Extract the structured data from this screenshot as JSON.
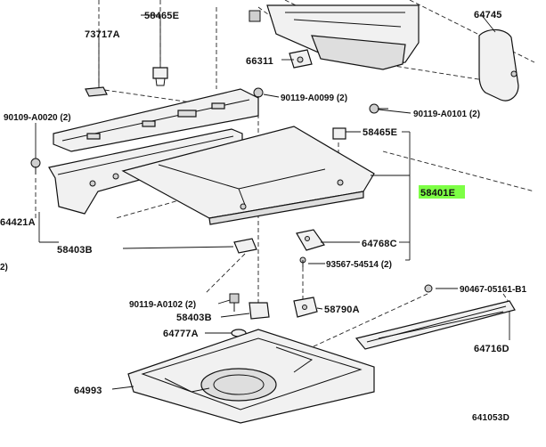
{
  "parts": {
    "p58465_top": "58465E",
    "p73717A": "73717A",
    "p66311": "66311",
    "p64745": "64745",
    "p90119_A0099": "90119-A0099 (2)",
    "p90119_A0101": "90119-A0101 (2)",
    "p90109_A0020": "90109-A0020 (2)",
    "p58465_mid": "58465E",
    "p58401E": "58401E",
    "p64421A": "64421A",
    "p58403B_upper": "58403B",
    "p64768C": "64768C",
    "p93567": "93567-54514 (2)",
    "p90467": "90467-05161-B1",
    "p90119_A0102": "90119-A0102 (2)",
    "p58790A": "58790A",
    "p58403B_lower": "58403B",
    "p64777A": "64777A",
    "p64716D": "64716D",
    "p64993": "64993",
    "edge_fragment": "2)"
  },
  "footer": {
    "diagram_code": "641053D"
  },
  "colors": {
    "highlight": "#7dff45",
    "linework": "#111111",
    "fill": "#f1f1f1"
  }
}
